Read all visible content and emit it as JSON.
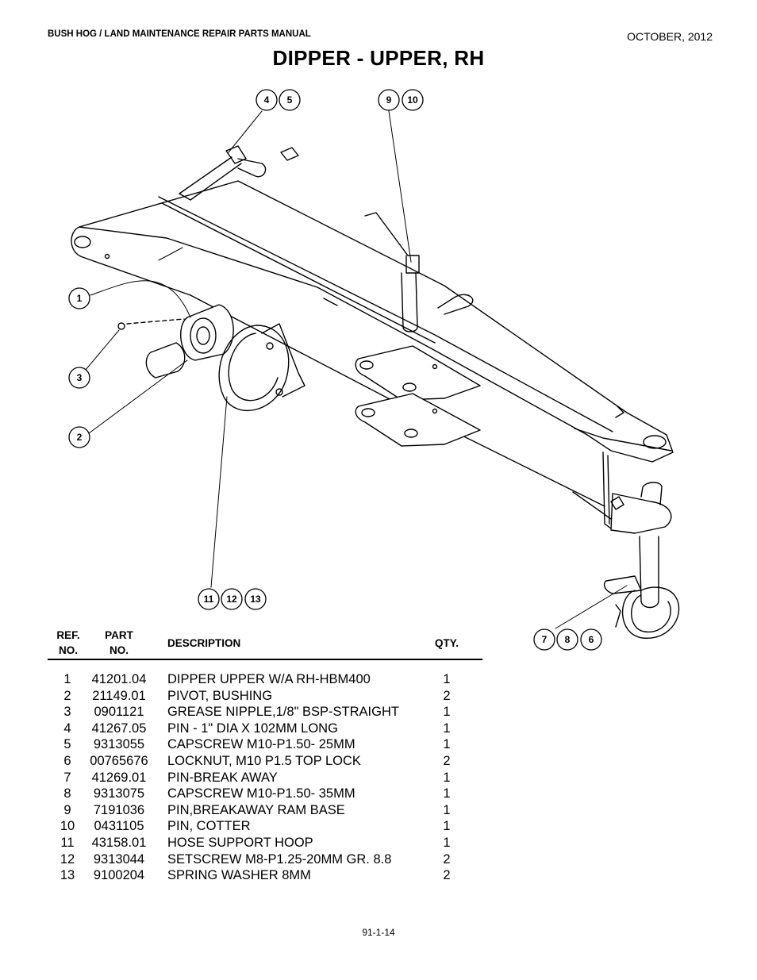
{
  "header": {
    "manual_title": "BUSH HOG / LAND MAINTENANCE REPAIR PARTS MANUAL",
    "date": "OCTOBER, 2012"
  },
  "page_title": "DIPPER - UPPER, RH",
  "diagram": {
    "callouts": [
      "4",
      "5",
      "9",
      "10",
      "1",
      "3",
      "2",
      "11",
      "12",
      "13",
      "7",
      "8",
      "6"
    ]
  },
  "table": {
    "headers": {
      "ref": "REF.\nNO.",
      "part": "PART\nNO.",
      "description": "DESCRIPTION",
      "qty": "QTY."
    },
    "rows": [
      {
        "ref": "1",
        "part": "41201.04",
        "description": "DIPPER UPPER W/A RH-HBM400",
        "qty": "1"
      },
      {
        "ref": "2",
        "part": "21149.01",
        "description": "PIVOT, BUSHING",
        "qty": "2"
      },
      {
        "ref": "3",
        "part": "0901121",
        "description": "GREASE NIPPLE,1/8\" BSP-STRAIGHT",
        "qty": "1"
      },
      {
        "ref": "4",
        "part": "41267.05",
        "description": "PIN - 1\" DIA X 102MM LONG",
        "qty": "1"
      },
      {
        "ref": "5",
        "part": "9313055",
        "description": "CAPSCREW M10-P1.50- 25MM",
        "qty": "1"
      },
      {
        "ref": "6",
        "part": "00765676",
        "description": "LOCKNUT, M10 P1.5 TOP LOCK",
        "qty": "2"
      },
      {
        "ref": "7",
        "part": "41269.01",
        "description": "PIN-BREAK AWAY",
        "qty": "1"
      },
      {
        "ref": "8",
        "part": "9313075",
        "description": "CAPSCREW M10-P1.50- 35MM",
        "qty": "1"
      },
      {
        "ref": "9",
        "part": "7191036",
        "description": "PIN,BREAKAWAY RAM BASE",
        "qty": "1"
      },
      {
        "ref": "10",
        "part": "0431105",
        "description": "PIN, COTTER",
        "qty": "1"
      },
      {
        "ref": "11",
        "part": "43158.01",
        "description": "HOSE SUPPORT HOOP",
        "qty": "1"
      },
      {
        "ref": "12",
        "part": "9313044",
        "description": "SETSCREW M8-P1.25-20MM GR. 8.8",
        "qty": "2"
      },
      {
        "ref": "13",
        "part": "9100204",
        "description": "SPRING WASHER 8MM",
        "qty": "2"
      }
    ]
  },
  "footer": {
    "page_number": "91-1-14"
  }
}
